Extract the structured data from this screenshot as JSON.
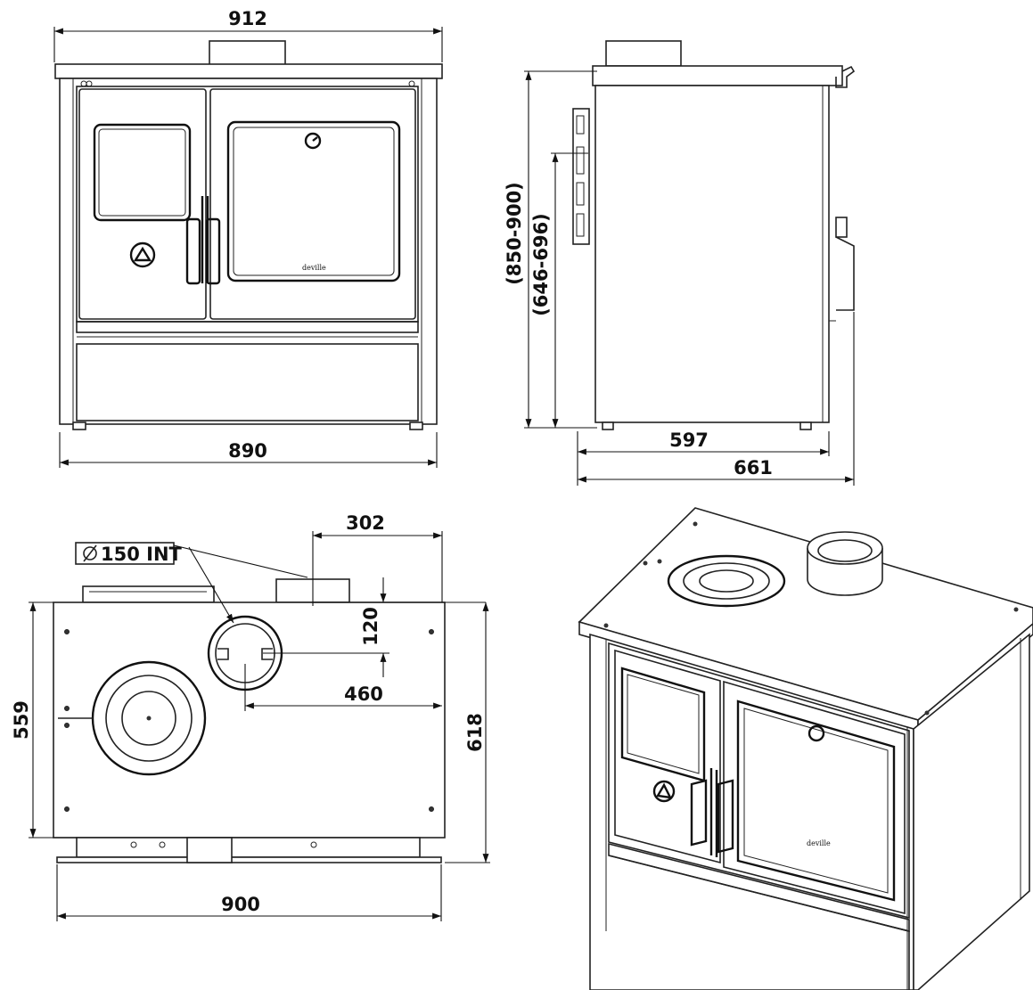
{
  "dimensions": {
    "front_top_width": "912",
    "front_base_width": "890",
    "side_total_height": "(850-900)",
    "side_oven_height": "(646-696)",
    "side_depth_body": "597",
    "side_depth_total": "661",
    "top_flue_offset_x": "302",
    "top_flue_offset_y": "120",
    "top_flue_center": "460",
    "top_depth_body": "559",
    "top_depth_total": "618",
    "top_width": "900",
    "flue_diameter": "150 INT"
  },
  "brand": "deville"
}
